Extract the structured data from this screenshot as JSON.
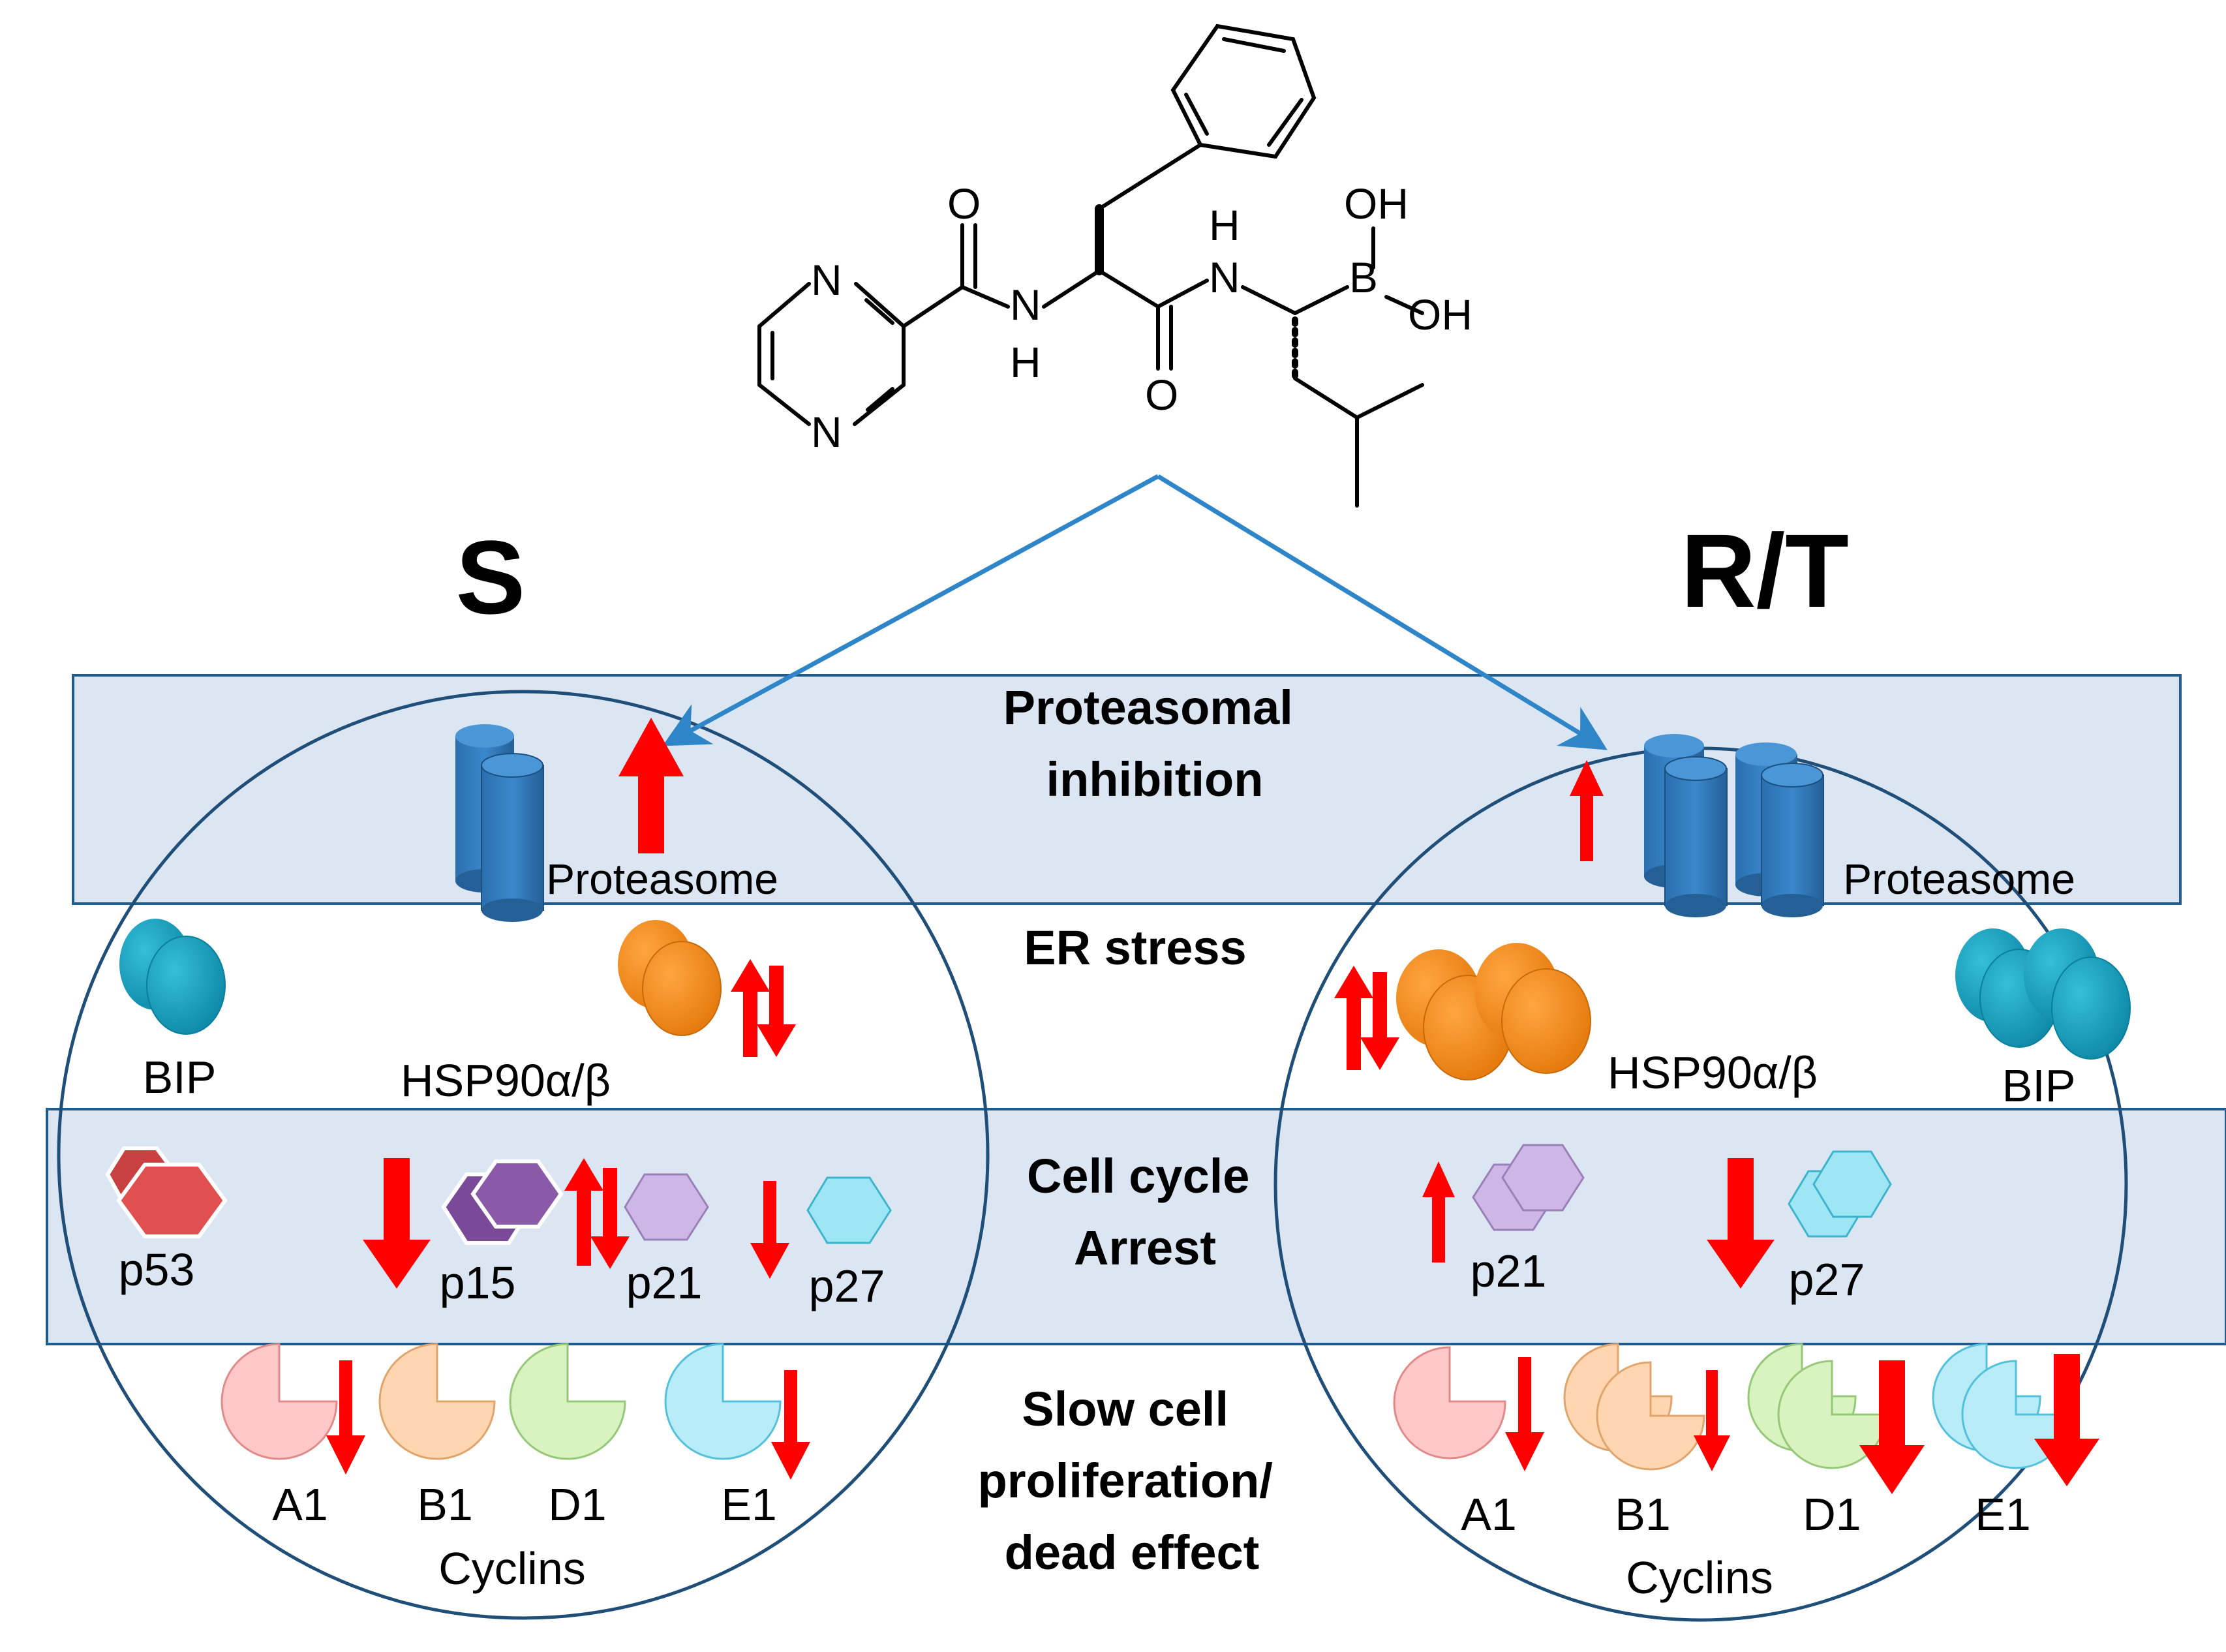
{
  "molecule": {
    "atoms": {
      "n_top": "N",
      "n_bottom": "N",
      "o_amide1": "O",
      "n_amide1": "N",
      "h_amide1": "H",
      "o_amide2": "O",
      "n_amide2": "N",
      "h_amide2": "H",
      "boron": "B",
      "oh_top": "OH",
      "oh_right": "OH"
    }
  },
  "groups": {
    "left": "S",
    "right": "R/T"
  },
  "bands": {
    "proteasomal": "Proteasomal\ninhibition",
    "er_stress": "ER stress",
    "cell_cycle": "Cell cycle\nArrest",
    "proliferation": "Slow cell\nproliferation/\ndead effect"
  },
  "left_cell": {
    "proteasome": "Proteasome",
    "bip": "BIP",
    "hsp90": "HSP90α/β",
    "p53": "p53",
    "p15": "p15",
    "p21": "p21",
    "p27": "p27",
    "cyclins": [
      "A1",
      "B1",
      "D1",
      "E1"
    ],
    "cyclins_label": "Cyclins"
  },
  "right_cell": {
    "proteasome": "Proteasome",
    "bip": "BIP",
    "hsp90": "HSP90α/β",
    "p21": "p21",
    "p27": "p27",
    "cyclins": [
      "A1",
      "B1",
      "D1",
      "E1"
    ],
    "cyclins_label": "Cyclins"
  },
  "colors": {
    "band_fill": "#dce6f2",
    "band_stroke": "#1f5b8c",
    "circle_stroke": "#1f4e79",
    "arrow_blue": "#2e86c9",
    "arrow_red": "#ff0000",
    "proteasome": "#2e75b6",
    "bip": "#1aa3c2",
    "hsp90": "#f28c1e",
    "p53": "#e05050",
    "p15": "#8a5aa8",
    "p21": "#cdb7e6",
    "p27": "#9fe6f5",
    "cyclin_a1": "#ffc8c8",
    "cyclin_b1": "#ffd6b0",
    "cyclin_d1": "#d8f2c0",
    "cyclin_e1": "#b8ecf8"
  },
  "icons": {
    "proteasome": "cylinder-pair-icon",
    "chaperone": "oval-cluster-icon",
    "cdk_inhibitor": "hexagon-icon",
    "cyclin": "pacman-icon"
  }
}
